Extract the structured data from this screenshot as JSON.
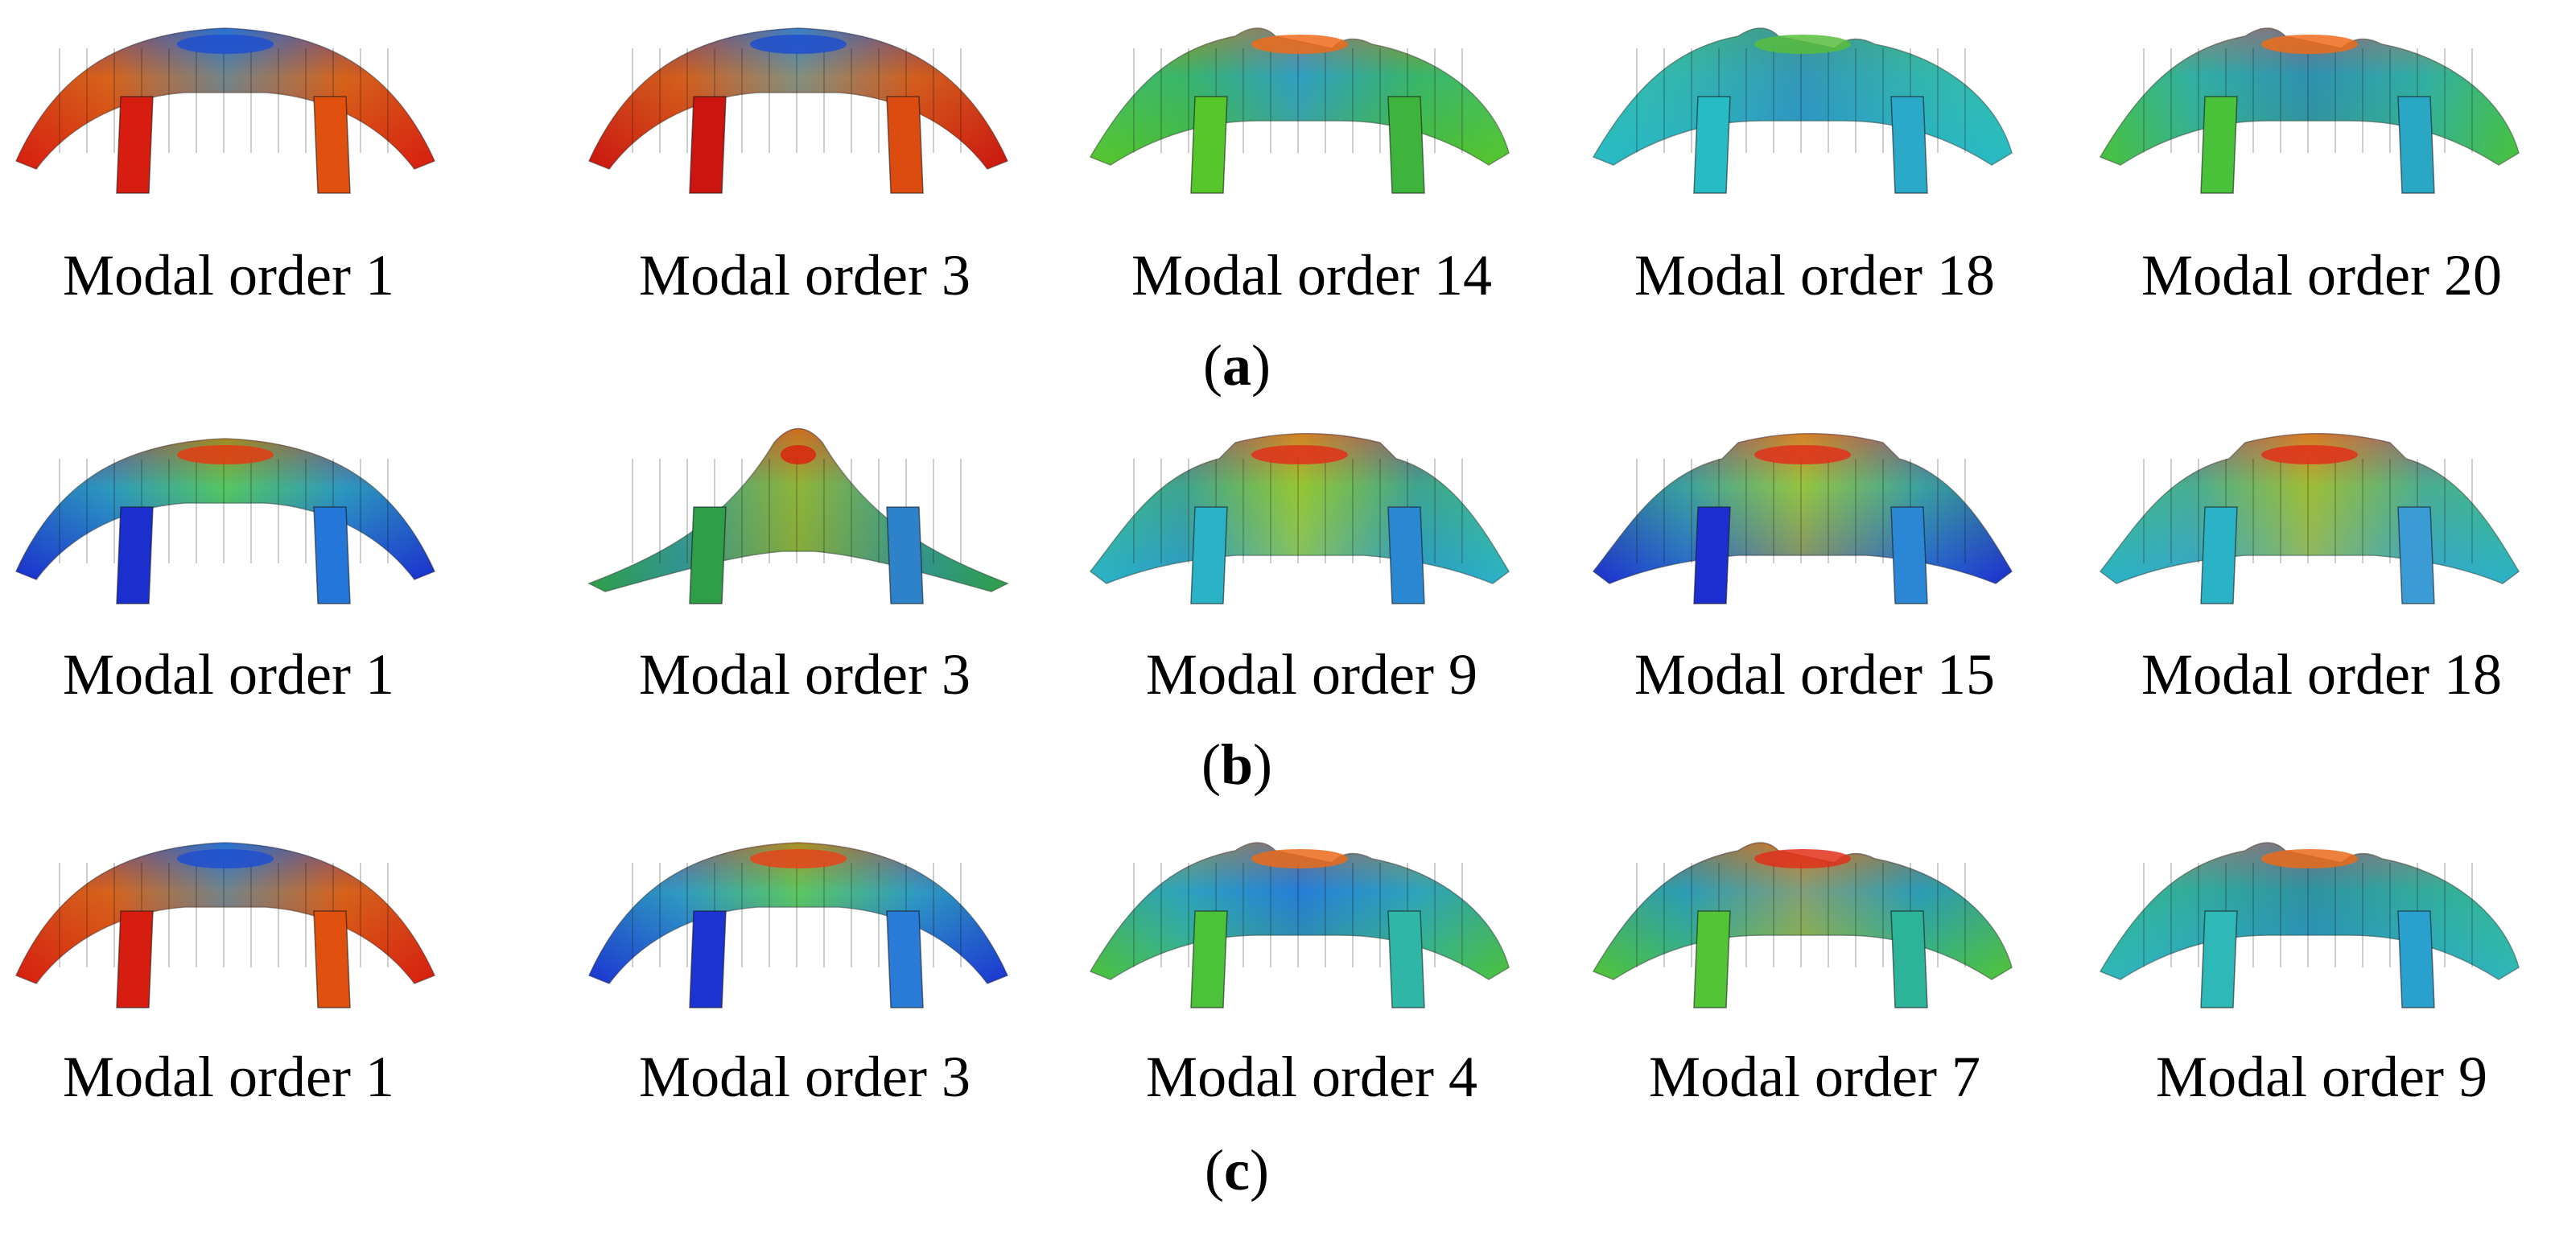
{
  "panels": [
    {
      "caption_letter": "a",
      "items": [
        {
          "label": "Modal order 1",
          "shape": "arch",
          "colors": [
            "#d71d0f",
            "#e0500e",
            "#c97a2a",
            "#2c8fd6",
            "#1e4fcf"
          ]
        },
        {
          "label": "Modal order 3",
          "shape": "arch",
          "colors": [
            "#cc1510",
            "#dc4b10",
            "#c6762c",
            "#4da7c0",
            "#1e4fcf"
          ]
        },
        {
          "label": "Modal order 14",
          "shape": "wave",
          "colors": [
            "#57c62b",
            "#3fb43d",
            "#31b6a4",
            "#2f8bd9",
            "#ef6b1a"
          ]
        },
        {
          "label": "Modal order 18",
          "shape": "wave",
          "colors": [
            "#27bcc5",
            "#2aa9c8",
            "#3ec38f",
            "#2a74d8",
            "#58bd3c"
          ]
        },
        {
          "label": "Modal order 20",
          "shape": "wave",
          "colors": [
            "#49c23a",
            "#2aa7c5",
            "#3ab97a",
            "#2470dc",
            "#ef6b1a"
          ]
        }
      ]
    },
    {
      "caption_letter": "b",
      "items": [
        {
          "label": "Modal order 1",
          "shape": "arch",
          "colors": [
            "#1b2fcf",
            "#2476d8",
            "#36c2a0",
            "#6ccc2f",
            "#e33b12"
          ]
        },
        {
          "label": "Modal order 3",
          "shape": "peak",
          "colors": [
            "#2f9e49",
            "#2e82c9",
            "#4bc24a",
            "#c7a92b",
            "#d92410"
          ]
        },
        {
          "label": "Modal order 9",
          "shape": "ribs",
          "colors": [
            "#2ab3c7",
            "#2a88d3",
            "#56c63b",
            "#c9c82a",
            "#e0301a"
          ]
        },
        {
          "label": "Modal order 15",
          "shape": "ribs",
          "colors": [
            "#1d2fd0",
            "#2c86d6",
            "#4cc45a",
            "#d0c52c",
            "#e0301a"
          ]
        },
        {
          "label": "Modal order 18",
          "shape": "ribs",
          "colors": [
            "#2ab3c7",
            "#3b9bd5",
            "#5ac440",
            "#d7b82c",
            "#e0301a"
          ]
        }
      ]
    },
    {
      "caption_letter": "c",
      "items": [
        {
          "label": "Modal order 1",
          "shape": "arch",
          "colors": [
            "#d71d0f",
            "#e0500e",
            "#c97a2a",
            "#2c8fd6",
            "#1e4fcf"
          ]
        },
        {
          "label": "Modal order 3",
          "shape": "arch",
          "colors": [
            "#1b34d2",
            "#2a7ad8",
            "#34c3a6",
            "#7ccc2a",
            "#e5441a"
          ]
        },
        {
          "label": "Modal order 4",
          "shape": "wave",
          "colors": [
            "#4cc23a",
            "#2fb6a6",
            "#2a8bd8",
            "#2372d8",
            "#ea6a1a"
          ]
        },
        {
          "label": "Modal order 7",
          "shape": "wave",
          "colors": [
            "#52c436",
            "#2cb39a",
            "#2a7fd8",
            "#c9b72c",
            "#e0301a"
          ]
        },
        {
          "label": "Modal order 9",
          "shape": "wave",
          "colors": [
            "#2fb8b8",
            "#2aa0cf",
            "#3cba5e",
            "#2372d8",
            "#ea6a1a"
          ]
        }
      ]
    }
  ]
}
